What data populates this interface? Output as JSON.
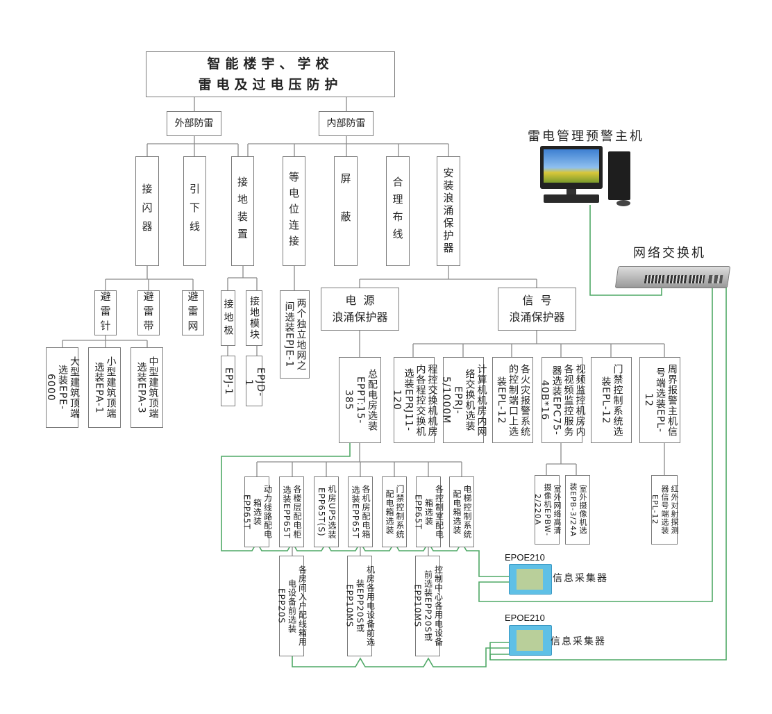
{
  "title": {
    "line1": "智能楼宇、学校",
    "line2": "雷电及过电压防护"
  },
  "branches": {
    "external": "外部防雷",
    "internal": "内部防雷"
  },
  "external_items": [
    {
      "label": "接闪器"
    },
    {
      "label": "引下线"
    },
    {
      "label": "接地装置"
    }
  ],
  "internal_items": [
    {
      "label": "等电位连接"
    },
    {
      "label": "屏蔽"
    },
    {
      "label": "合理布线"
    },
    {
      "label": "安装浪涌保护器"
    }
  ],
  "air_terminals": [
    {
      "label": "避雷针"
    },
    {
      "label": "避雷带"
    },
    {
      "label": "避雷网"
    }
  ],
  "air_terminal_products": [
    {
      "label": "大型建筑顶端选装EPE-6000"
    },
    {
      "label": "小型建筑顶端选装EPA-1"
    },
    {
      "label": "中型建筑顶端选装EPA-3"
    }
  ],
  "grounding": [
    {
      "label": "接地极",
      "product": "EPJ-1"
    },
    {
      "label": "接地模块",
      "product": "EPJD-1"
    }
  ],
  "equipotential_product": "两个独立地网之间选装EPJE-1",
  "spd_groups": {
    "power": {
      "line1": "电  源",
      "line2": "浪涌保护器"
    },
    "signal": {
      "line1": "信  号",
      "line2": "浪涌保护器"
    }
  },
  "power_main": "总配电房选装EPPT:15-385",
  "power_sub": [
    {
      "label": "动力线路配电箱选装EPP65T"
    },
    {
      "label": "各楼层配电柜选装EPP65T"
    },
    {
      "label": "机房UPS选装EPP65T(S)"
    },
    {
      "label": "各机房配电箱选装EPP65T"
    },
    {
      "label": "门禁控制系统配电箱选装"
    },
    {
      "label": "各控制室配电箱选装EPP65T"
    },
    {
      "label": "电梯控制系统配电箱选装"
    }
  ],
  "power_sub2": [
    {
      "label": "各房间入户配线箱用电设备前选装EPP20S"
    },
    {
      "label": "机房各用电设备前选装EPP20S或EPP10MS"
    },
    {
      "label": "控制中心各用电设备前选装EPP20S或EPP10MS"
    }
  ],
  "signal_items": [
    {
      "label": "程控交换机机房内各程控交换机选装EPRJ11-120"
    },
    {
      "label": "计算机机房内网络交换机选装EPRJ-5/1000M"
    },
    {
      "label": "各火灾报警系统的控制端口上选装EPL-12"
    },
    {
      "label": "视频监控机房内各视频监控服务器选装EPC75-40B*16"
    },
    {
      "label": "门禁控制系统选装EPL-12"
    },
    {
      "label": "周界报警主机信号端选装EPL-12"
    }
  ],
  "video_sub": [
    {
      "label": "室外网络高清摄像机EPBW-2/220A"
    },
    {
      "label": "室外摄像机选装EPB-3/24A"
    }
  ],
  "perimeter_sub": {
    "label": "红外对射探测器信号端选装EPL-12"
  },
  "devices": {
    "host": "雷电管理预警主机",
    "switch": "网络交换机",
    "collectors": [
      {
        "model": "EPOE210",
        "label": "信息采集器"
      },
      {
        "model": "EPOE210",
        "label": "信息采集器"
      }
    ]
  },
  "colors": {
    "line": "#8a8a8a",
    "wire": "#4fa866"
  }
}
